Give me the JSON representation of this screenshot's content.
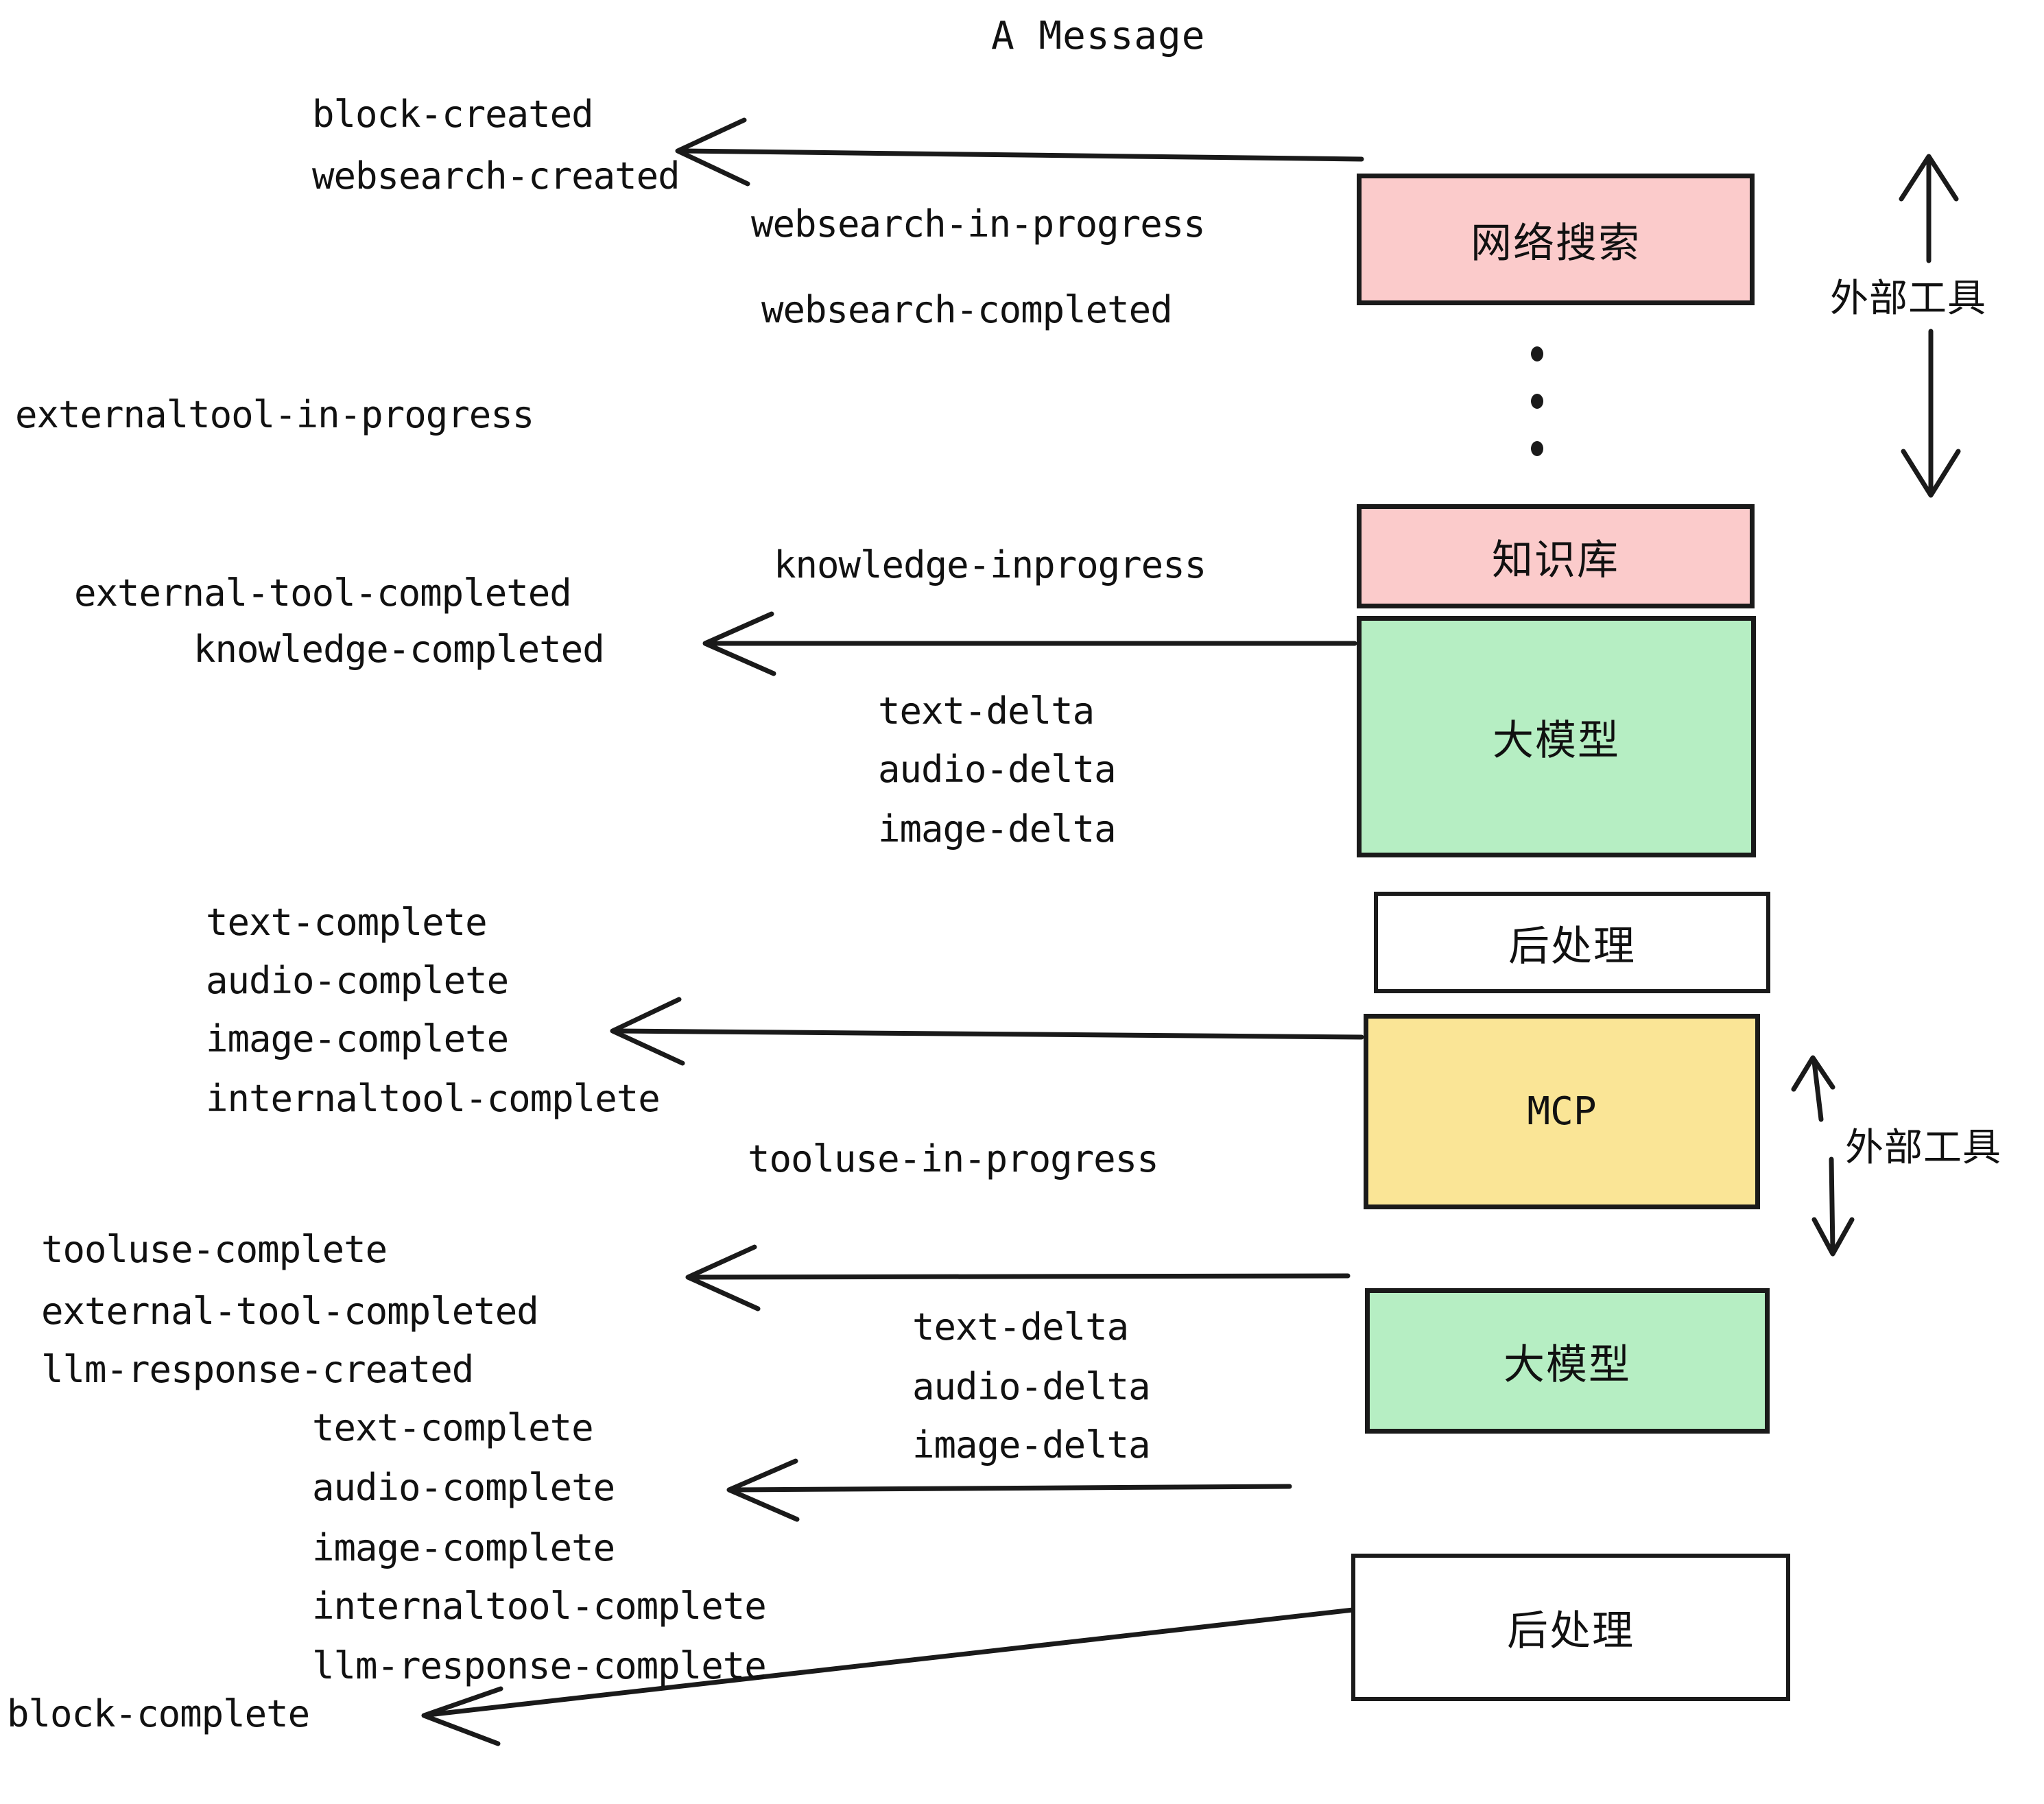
{
  "diagram": {
    "title": "A Message",
    "colors": {
      "pink": "#fbcbcb",
      "green": "#b6eec3",
      "yellow": "#fae596",
      "white": "#ffffff",
      "stroke": "#1a1a1a",
      "text": "#111111"
    },
    "nodes": [
      {
        "id": "websearch",
        "label": "网络搜索",
        "fill": "pink"
      },
      {
        "id": "knowledge",
        "label": "知识库",
        "fill": "pink"
      },
      {
        "id": "llm_top",
        "label": "大模型",
        "fill": "green"
      },
      {
        "id": "post_top",
        "label": "后处理",
        "fill": "white"
      },
      {
        "id": "mcp",
        "label": "MCP",
        "fill": "yellow"
      },
      {
        "id": "llm_bottom",
        "label": "大模型",
        "fill": "green"
      },
      {
        "id": "post_bottom",
        "label": "后处理",
        "fill": "white"
      }
    ],
    "group_labels": [
      {
        "id": "external-tools-top",
        "label": "外部工具"
      },
      {
        "id": "external-tools-bottom",
        "label": "外部工具"
      }
    ],
    "events": [
      {
        "id": "e01",
        "text": "block-created"
      },
      {
        "id": "e02",
        "text": "websearch-created"
      },
      {
        "id": "e03",
        "text": "websearch-in-progress"
      },
      {
        "id": "e04",
        "text": "websearch-completed"
      },
      {
        "id": "e05",
        "text": "externaltool-in-progress"
      },
      {
        "id": "e06",
        "text": "knowledge-inprogress"
      },
      {
        "id": "e07",
        "text": "external-tool-completed"
      },
      {
        "id": "e08",
        "text": "knowledge-completed"
      },
      {
        "id": "e09",
        "text": "text-delta"
      },
      {
        "id": "e10",
        "text": "audio-delta"
      },
      {
        "id": "e11",
        "text": "image-delta"
      },
      {
        "id": "e12",
        "text": "text-complete"
      },
      {
        "id": "e13",
        "text": "audio-complete"
      },
      {
        "id": "e14",
        "text": "image-complete"
      },
      {
        "id": "e15",
        "text": "internaltool-complete"
      },
      {
        "id": "e16",
        "text": "tooluse-in-progress"
      },
      {
        "id": "e17",
        "text": "tooluse-complete"
      },
      {
        "id": "e18",
        "text": "external-tool-completed"
      },
      {
        "id": "e19",
        "text": "llm-response-created"
      },
      {
        "id": "e20",
        "text": "text-delta"
      },
      {
        "id": "e21",
        "text": "audio-delta"
      },
      {
        "id": "e22",
        "text": "image-delta"
      },
      {
        "id": "e23",
        "text": "text-complete"
      },
      {
        "id": "e24",
        "text": "audio-complete"
      },
      {
        "id": "e25",
        "text": "image-complete"
      },
      {
        "id": "e26",
        "text": "internaltool-complete"
      },
      {
        "id": "e27",
        "text": "llm-response-complete"
      },
      {
        "id": "e28",
        "text": "block-complete"
      }
    ],
    "ellipsis": "⋮"
  }
}
